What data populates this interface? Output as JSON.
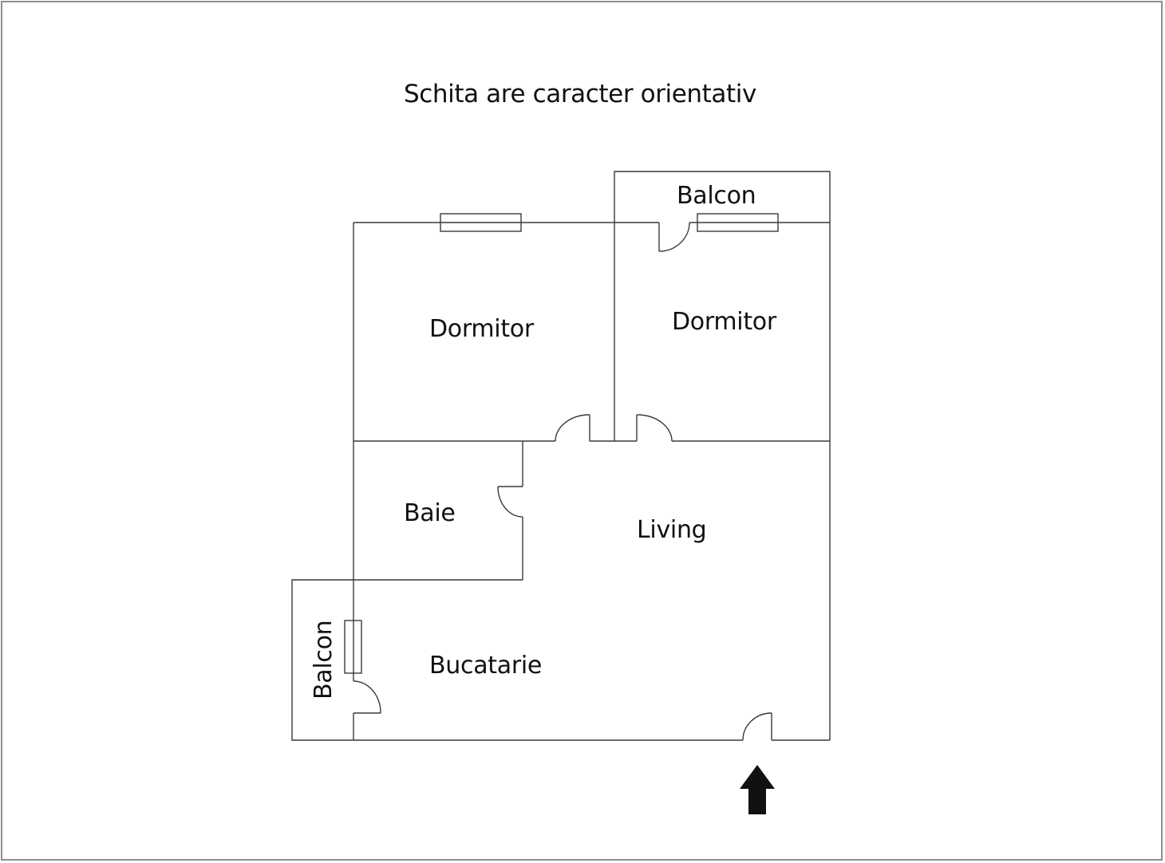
{
  "title": "Schita are caracter orientativ",
  "rooms": {
    "balcon_top": "Balcon",
    "dormitor_left": "Dormitor",
    "dormitor_right": "Dormitor",
    "baie": "Baie",
    "living": "Living",
    "bucatarie": "Bucatarie",
    "balcon_left": "Balcon"
  },
  "icons": {
    "entrance": "arrow-up-icon"
  },
  "colors": {
    "wall": "#3a3a3a",
    "frame": "#8e8e8e",
    "arrow": "#111111",
    "text": "#111111"
  }
}
